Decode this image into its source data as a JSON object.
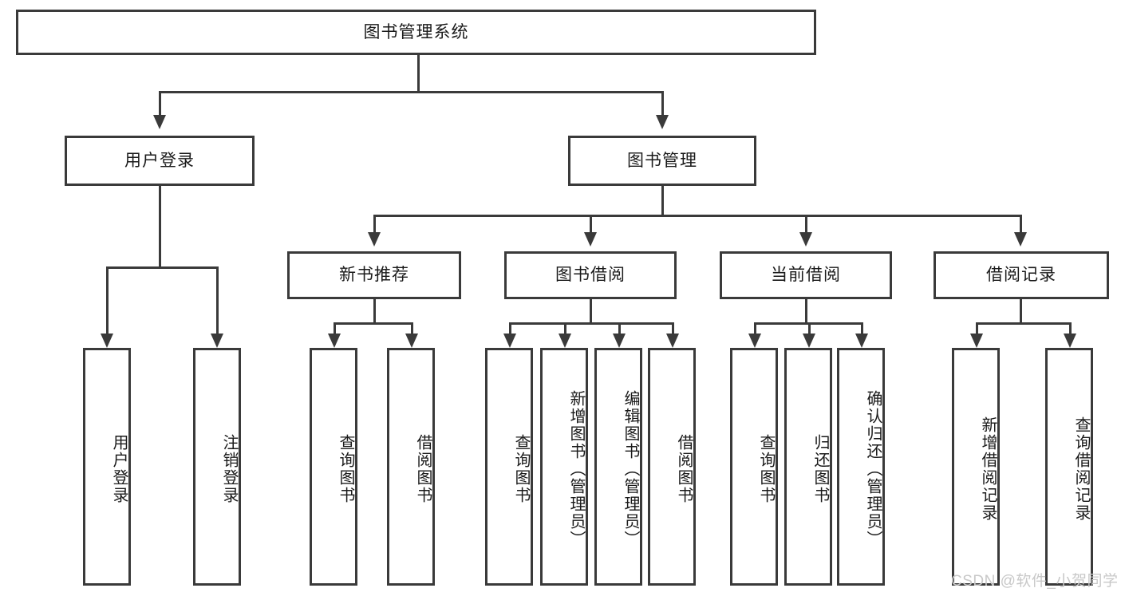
{
  "diagram": {
    "type": "tree-hierarchy",
    "title": "图书管理系统",
    "root": {
      "label": "图书管理系统"
    },
    "level2": [
      {
        "label": "用户登录"
      },
      {
        "label": "图书管理"
      }
    ],
    "level3": [
      {
        "label": "新书推荐"
      },
      {
        "label": "图书借阅"
      },
      {
        "label": "当前借阅"
      },
      {
        "label": "借阅记录"
      }
    ],
    "leaves": {
      "user_login": [
        {
          "label": "用户登录"
        },
        {
          "label": "注销登录"
        }
      ],
      "new_book_recommend": [
        {
          "label": "查询图书"
        },
        {
          "label": "借阅图书"
        }
      ],
      "book_borrow": [
        {
          "label": "查询图书"
        },
        {
          "label": "新增图书（管理员）"
        },
        {
          "label": "编辑图书（管理员）"
        },
        {
          "label": "借阅图书"
        }
      ],
      "current_borrow": [
        {
          "label": "查询图书"
        },
        {
          "label": "归还图书"
        },
        {
          "label": "确认归还（管理员）"
        }
      ],
      "borrow_record": [
        {
          "label": "新增借阅记录"
        },
        {
          "label": "查询借阅记录"
        }
      ]
    }
  },
  "watermark": {
    "text": "CSDN @软件_小贺同学"
  },
  "colors": {
    "stroke": "#3a3a3a",
    "background": "#ffffff",
    "text": "#1a1a1a",
    "watermark": "#c8c8c8"
  }
}
